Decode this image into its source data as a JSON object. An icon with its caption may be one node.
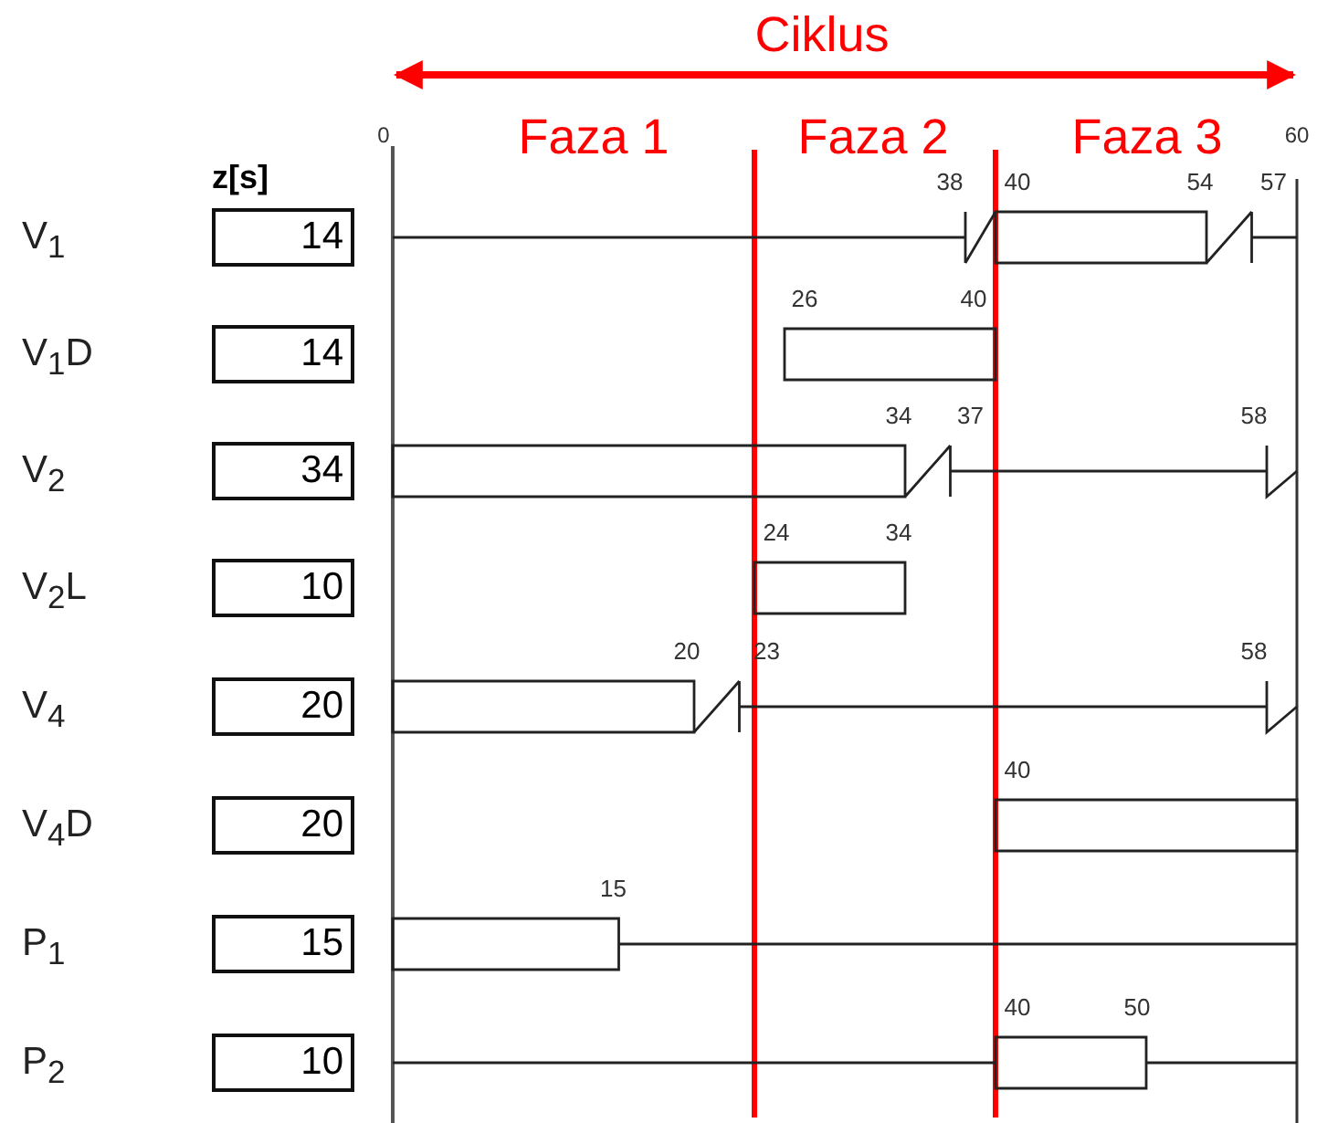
{
  "diagram": {
    "labels": [
      "Ciklus",
      "0",
      "Faza 1",
      "Faza 2",
      "Faza 3",
      "60",
      "z[s]",
      "V$_{1}$",
      "14",
      "38",
      "40",
      "54",
      "57",
      "V$_{1}$D",
      "14",
      "26",
      "40",
      "V$_{2}$",
      "34",
      "34",
      "37",
      "58",
      "V$_{2}$L",
      "10",
      "24",
      "34",
      "V$_{4}$",
      "20",
      "20",
      "23",
      "58",
      "V$_{4}$D",
      "20",
      "40",
      "P$_{1}$",
      "15",
      "15",
      "P$_{2}$",
      "10",
      "40",
      "50"
    ]
  }
}
